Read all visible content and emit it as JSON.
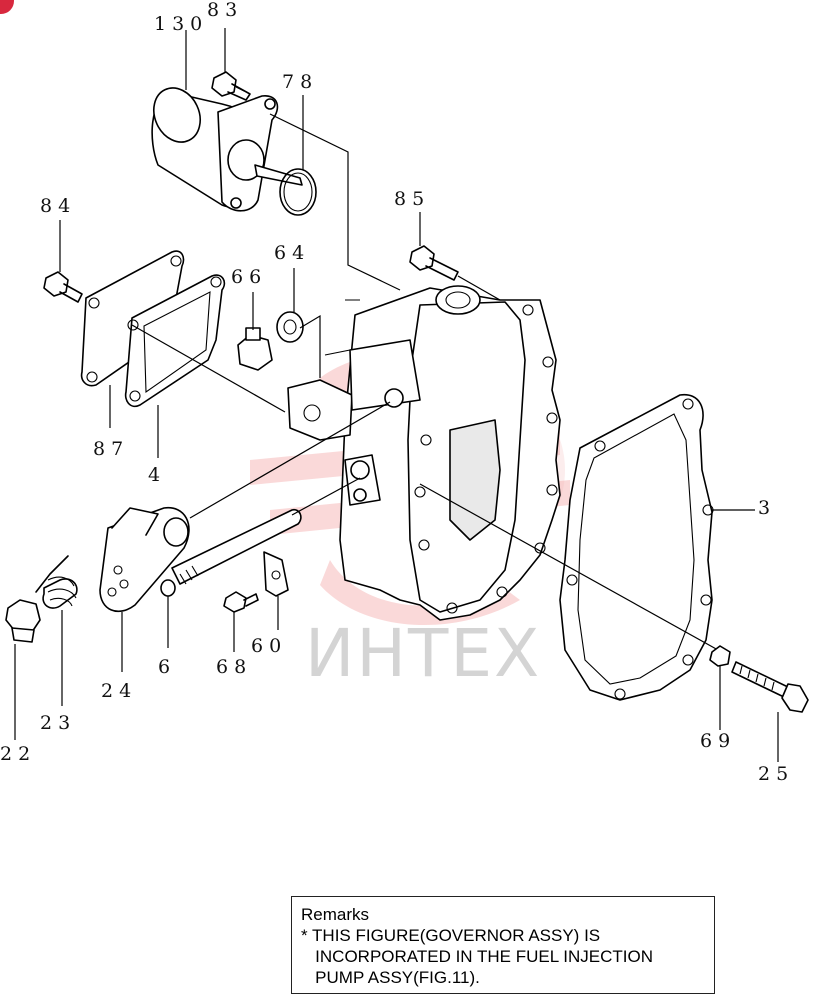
{
  "watermark": {
    "text": "ИНТЕХ",
    "color": "#d4d4d4",
    "logo_color": "#f5b9b9"
  },
  "badge_color": "#d8283e",
  "remarks": {
    "title": "Remarks",
    "lines": [
      "* THIS FIGURE(GOVERNOR ASSY) IS",
      "   INCORPORATED IN THE FUEL INJECTION",
      "   PUMP ASSY(FIG.11)."
    ]
  },
  "callouts": {
    "c130": "130",
    "c83": "83",
    "c78": "78",
    "c84": "84",
    "c85": "85",
    "c64": "64",
    "c66": "66",
    "c87": "87",
    "c4": "4",
    "c3": "3",
    "c6": "6",
    "c68": "68",
    "c60": "60",
    "c24": "24",
    "c23": "23",
    "c22": "22",
    "c69": "69",
    "c25": "25"
  }
}
